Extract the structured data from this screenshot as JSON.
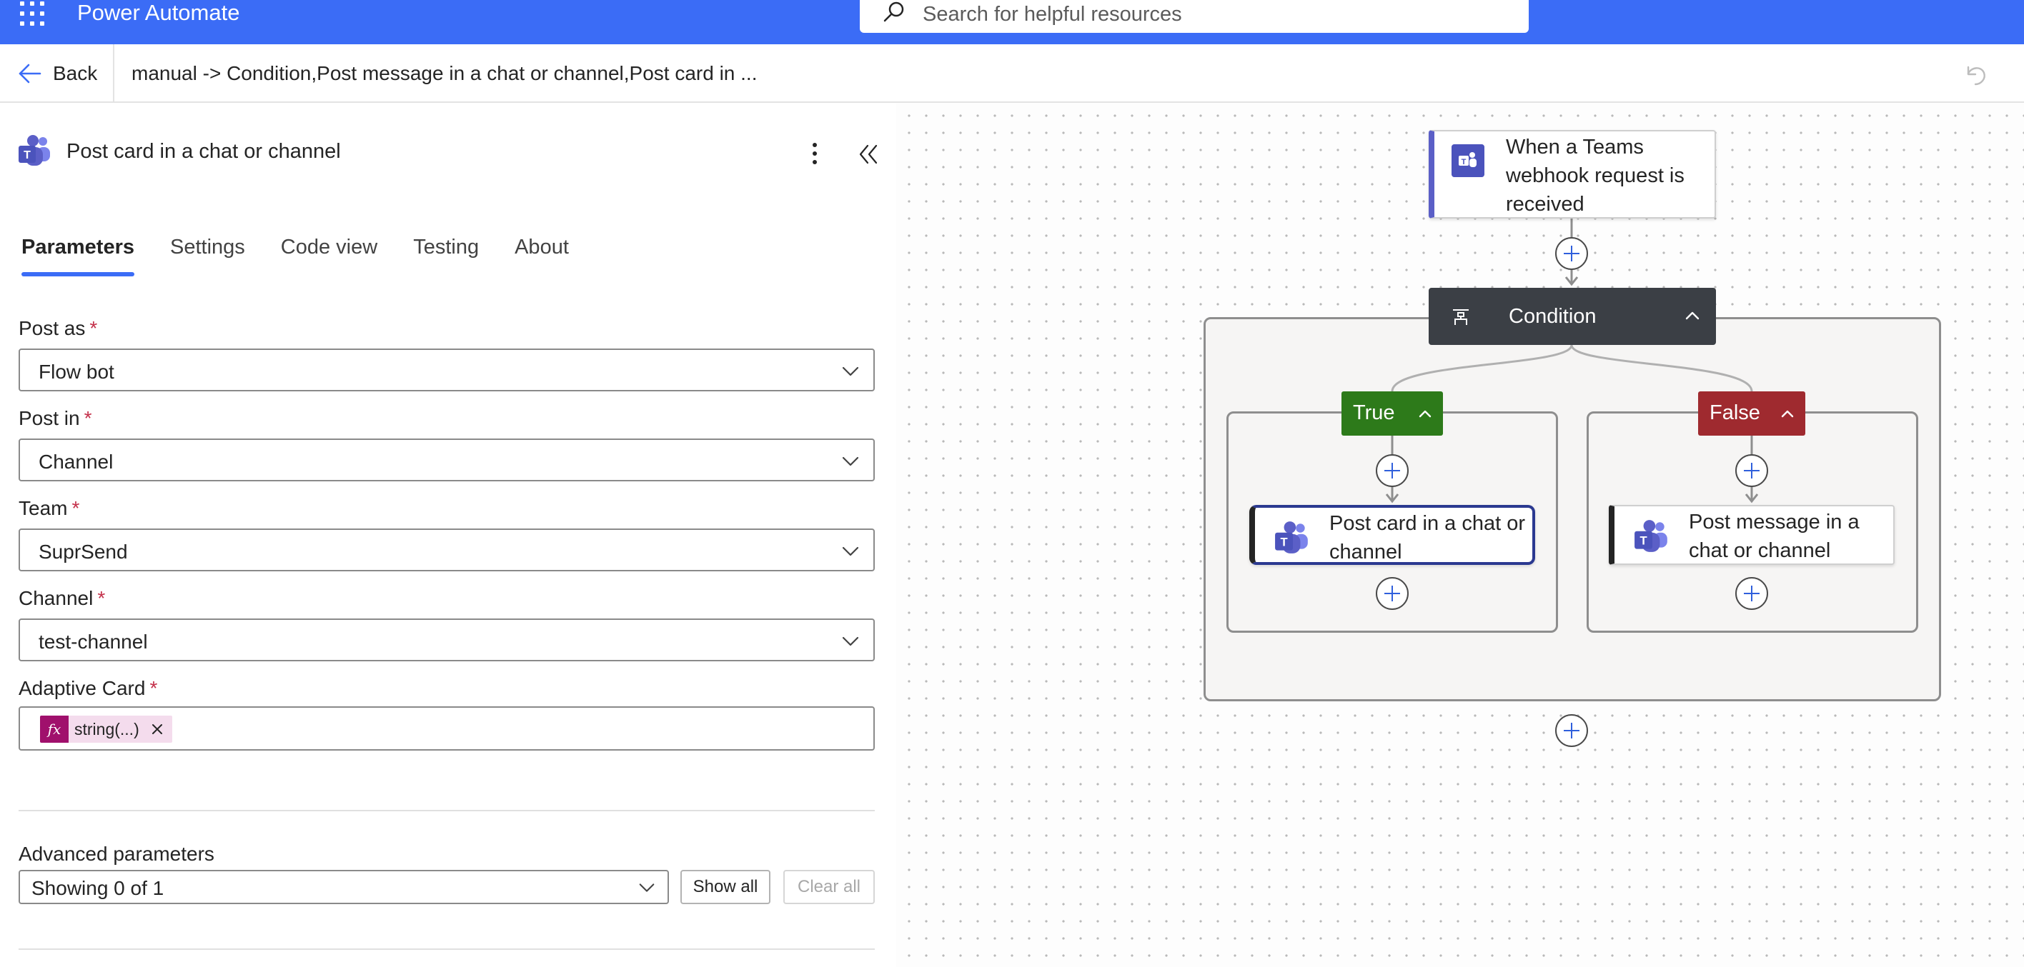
{
  "topbar": {
    "app_name": "Power Automate",
    "search_placeholder": "Search for helpful resources",
    "brand_color": "#3b6cf6"
  },
  "subbar": {
    "back_label": "Back",
    "breadcrumb": "manual -> Condition,Post message in a chat or channel,Post card in ..."
  },
  "panel": {
    "title": "Post card in a chat or channel",
    "tabs": [
      {
        "label": "Parameters",
        "active": true
      },
      {
        "label": "Settings",
        "active": false
      },
      {
        "label": "Code view",
        "active": false
      },
      {
        "label": "Testing",
        "active": false
      },
      {
        "label": "About",
        "active": false
      }
    ],
    "fields": [
      {
        "label": "Post as",
        "required": "*",
        "value": "Flow bot"
      },
      {
        "label": "Post in",
        "required": "*",
        "value": "Channel"
      },
      {
        "label": "Team",
        "required": "*",
        "value": "SuprSend"
      },
      {
        "label": "Channel",
        "required": "*",
        "value": "test-channel"
      }
    ],
    "adaptive_card": {
      "label": "Adaptive Card",
      "required": "*",
      "token_icon": "fx",
      "token_text": "string(...)"
    },
    "advanced": {
      "label": "Advanced parameters",
      "selected": "Showing 0 of 1",
      "show_all": "Show all",
      "clear_all": "Clear all"
    }
  },
  "flow": {
    "trigger": "When a Teams webhook request is received",
    "condition": "Condition",
    "true_label": "True",
    "false_label": "False",
    "true_action": "Post card in a chat or channel",
    "false_action": "Post message in a chat or channel",
    "colors": {
      "condition": "#3b3f45",
      "true": "#2d7a1a",
      "false": "#9f2a2f",
      "teams": "#5b5fc7"
    }
  }
}
